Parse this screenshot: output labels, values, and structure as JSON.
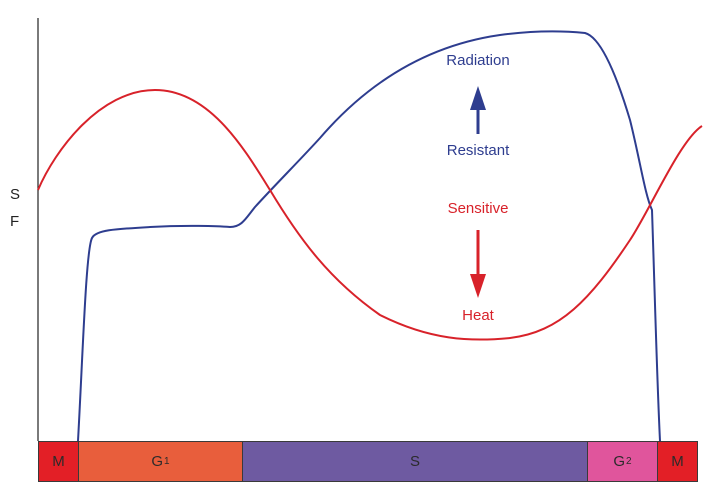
{
  "y_axis_label": {
    "line1": "S",
    "line2": "F"
  },
  "annotations": {
    "radiation": "Radiation",
    "resistant": "Resistant",
    "sensitive": "Sensitive",
    "heat": "Heat"
  },
  "phases": [
    {
      "label": "M",
      "sub": "",
      "color": "#e31f26"
    },
    {
      "label": "G",
      "sub": "1",
      "color": "#e85e3c"
    },
    {
      "label": "S",
      "sub": "",
      "color": "#6e5aa1"
    },
    {
      "label": "G",
      "sub": "2",
      "color": "#e0559c"
    },
    {
      "label": "M",
      "sub": "",
      "color": "#e31f26"
    }
  ],
  "curves": [
    {
      "name": "Radiation",
      "color": "#2e3d8f"
    },
    {
      "name": "Heat",
      "color": "#d8222a"
    }
  ]
}
